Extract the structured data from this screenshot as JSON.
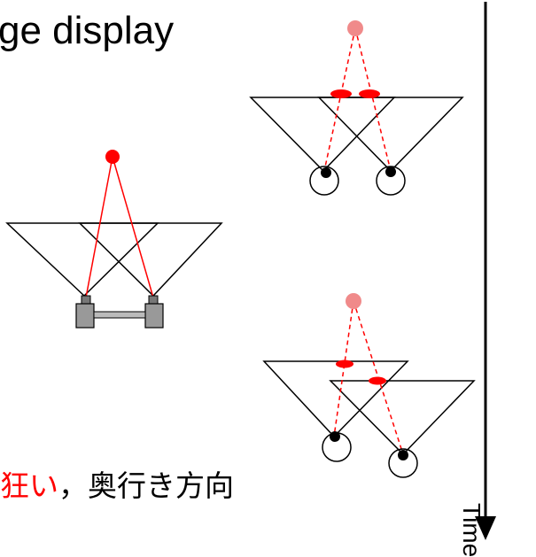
{
  "title": "ge display",
  "caption": {
    "highlight": "狂い",
    "rest": "，奥行き方向"
  },
  "time_label": "Time",
  "colors": {
    "ray": "#ff0000",
    "ghost_point": "#f08a8a",
    "eye": "#000000"
  }
}
